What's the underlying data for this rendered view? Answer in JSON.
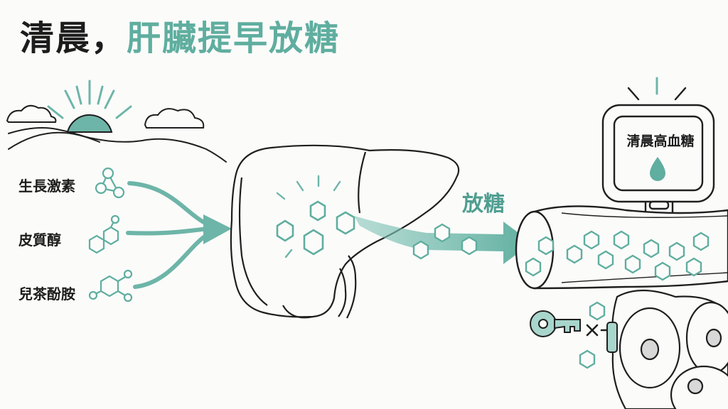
{
  "title": {
    "dark": "清晨，",
    "accent": "肝臟提早放糖"
  },
  "hormones": [
    {
      "label": "生長激素"
    },
    {
      "label": "皮質醇"
    },
    {
      "label": "兒茶酚胺"
    }
  ],
  "release_label": "放糖",
  "meter": {
    "label": "清晨高血糖"
  },
  "colors": {
    "accent": "#5fae9f",
    "line": "#1f1f1f"
  }
}
